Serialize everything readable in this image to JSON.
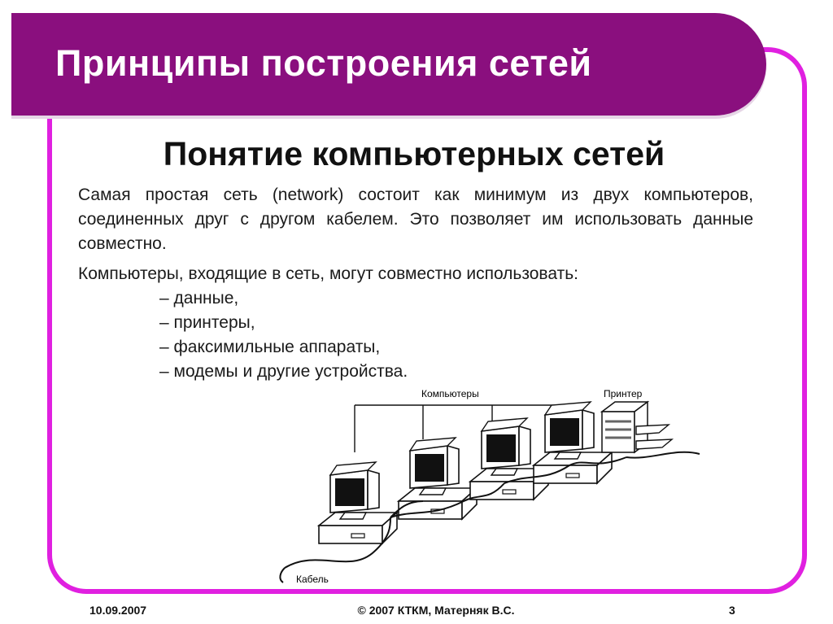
{
  "slide": {
    "title": "Принципы построения сетей",
    "subtitle": "Понятие компьютерных сетей",
    "paragraph1": "Самая простая сеть (network) состоит как минимум из двух компьютеров, соединенных друг с другом кабелем. Это позволяет им использовать данные совместно.",
    "paragraph2": "Компьютеры, входящие в сеть, могут совместно использовать:",
    "list": [
      "– данные,",
      "– принтеры,",
      "– факсимильные аппараты,",
      "– модемы и другие устройства."
    ]
  },
  "diagram": {
    "label_computers": "Компьютеры",
    "label_printer": "Принтер",
    "label_cable": "Кабель"
  },
  "footer": {
    "date": "10.09.2007",
    "copyright": "© 2007 КТКМ, Матерняк В.С.",
    "page_number": "3"
  },
  "colors": {
    "title_bar": "#8a0f7e",
    "frame_border": "#e020e0"
  }
}
